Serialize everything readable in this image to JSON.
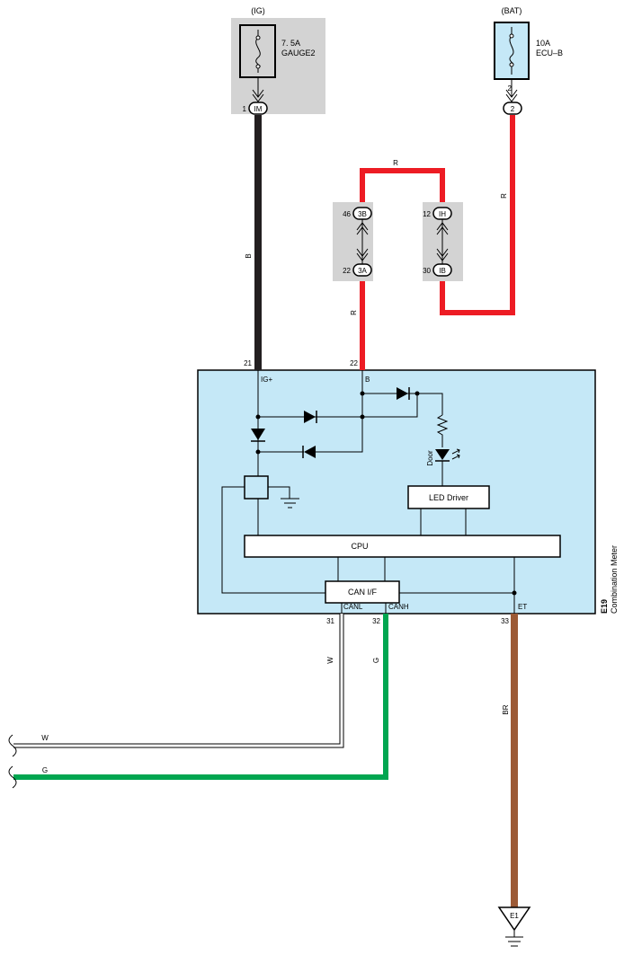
{
  "fuses": {
    "ig": {
      "source": "(IG)",
      "rating": "7. 5A",
      "name": "GAUGE2"
    },
    "bat": {
      "source": "(BAT)",
      "rating": "10A",
      "name": "ECU–B"
    }
  },
  "connectors": {
    "im": {
      "code": "IM",
      "pin": "1"
    },
    "bat2": {
      "code": "2",
      "pin": "2"
    },
    "c3b": {
      "code": "3B",
      "pin": "46"
    },
    "c3a": {
      "code": "3A",
      "pin": "22"
    },
    "c1h": {
      "code": "IH",
      "pin": "12"
    },
    "c1b": {
      "code": "IB",
      "pin": "30"
    }
  },
  "wire_colors": {
    "ig_wire": "B",
    "bat_wire": "R",
    "bridge_wire": "R",
    "to_meter_b": "R",
    "canl_wire": "W",
    "canh_wire": "G",
    "et_wire": "BR",
    "left_w": "W",
    "left_g": "G"
  },
  "meter": {
    "id": "E19",
    "name": "Combination Meter",
    "pins": {
      "ig": "21",
      "b": "22",
      "canl": "31",
      "canh": "32",
      "et": "33"
    },
    "terminals": {
      "ig": "IG+",
      "b": "B",
      "canl": "CANL",
      "canh": "CANH",
      "et": "ET"
    },
    "blocks": {
      "cpu": "CPU",
      "can": "CAN I/F",
      "led": "LED Driver"
    },
    "lamp": "Door"
  },
  "ground": {
    "code": "E1"
  },
  "colors": {
    "black": "#231f20",
    "red": "#ed1c24",
    "green": "#00a650",
    "brown": "#9c5a36",
    "meter_fill": "#c5e8f7",
    "junction_fill": "#d3d3d3"
  }
}
